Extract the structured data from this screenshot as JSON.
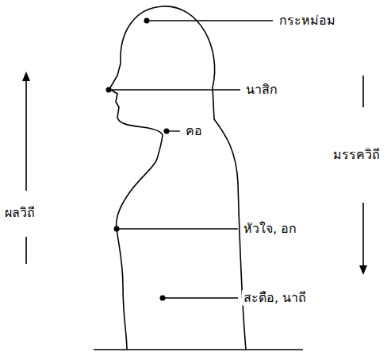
{
  "diagram": {
    "labels": [
      "กระหม่อม",
      "นาสิก",
      "คอ",
      "มรรควิถี",
      "ผลวิถี",
      "หัวใจ, อก",
      "สะดือ, นาถี"
    ]
  }
}
